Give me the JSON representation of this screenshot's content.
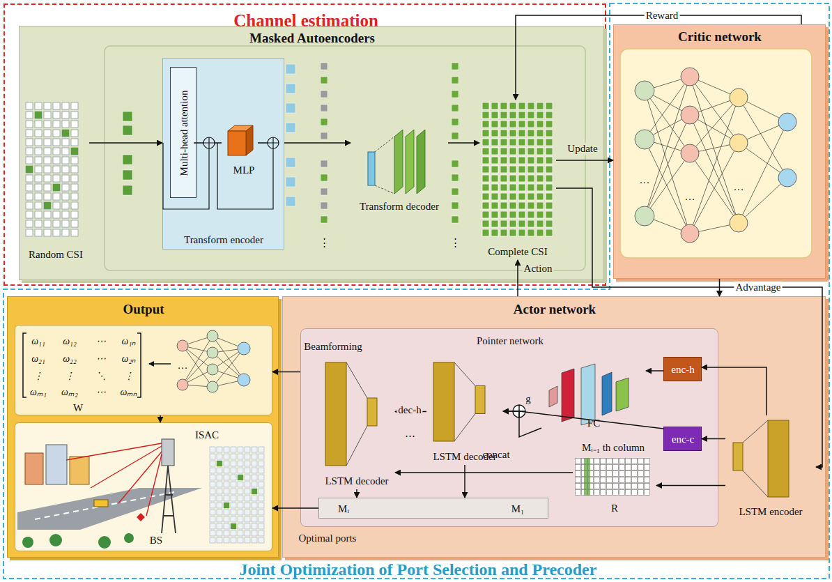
{
  "diagram": {
    "nodes": [
      {
        "text": [
          "Channel estimation"
        ]
      },
      {
        "text": [
          "Masked Autoencoders"
        ],
        "in": 0
      },
      {
        "text": [
          "Random CSI"
        ],
        "in": 1
      },
      {
        "text": [
          "Transform encoder"
        ],
        "in": 1
      },
      {
        "text": [
          "Multi-head attention"
        ],
        "in": 3
      },
      {
        "text": [
          "MLP"
        ],
        "in": 3
      },
      {
        "text": [
          "Transform decoder"
        ],
        "in": 1
      },
      {
        "text": [
          "Complete CSI"
        ],
        "in": 1
      },
      {
        "text": [
          "Joint Optimization of Port Selection and Precoder"
        ]
      },
      {
        "text": [
          "Critic network"
        ],
        "in": 8
      },
      {
        "text": [
          "Actor network"
        ],
        "in": 8
      },
      {
        "text": [
          "Pointer network"
        ],
        "in": 10
      },
      {
        "text": [
          "enc-h"
        ],
        "in": 11
      },
      {
        "text": [
          "enc-c"
        ],
        "in": 11
      },
      {
        "text": [
          "FC"
        ],
        "in": 11
      },
      {
        "text": [
          "LSTM decoder"
        ],
        "in": 11
      },
      {
        "text": [
          "LSTM decoder"
        ],
        "in": 11
      },
      {
        "text": [
          "R"
        ],
        "in": 11
      },
      {
        "text": [
          "Mᵢ",
          "M₁"
        ],
        "in": 11
      },
      {
        "text": [
          "LSTM encoder"
        ],
        "in": 10
      },
      {
        "text": [
          "Output"
        ],
        "in": 8
      },
      {
        "text": [
          "W"
        ],
        "in": 20
      },
      {
        "text": [
          "ISAC",
          "BS"
        ],
        "in": 20
      }
    ],
    "edges": [
      {
        "from": 2,
        "to": 3,
        "arrow": "to"
      },
      {
        "from": 3,
        "to": 6,
        "arrow": "to"
      },
      {
        "from": 6,
        "to": 7,
        "arrow": "to"
      },
      {
        "from": 7,
        "to": 9,
        "arrow": "to",
        "label": "Update"
      },
      {
        "from": 9,
        "to": 7,
        "arrow": "to",
        "label": "Reward"
      },
      {
        "from": 9,
        "to": 10,
        "arrow": "to",
        "label": "Advantage"
      },
      {
        "from": 7,
        "to": 19,
        "arrow": "to"
      },
      {
        "from": 10,
        "to": 7,
        "arrow": "to",
        "label": "Action"
      },
      {
        "from": 19,
        "to": 12,
        "arrow": "to"
      },
      {
        "from": 19,
        "to": 13,
        "arrow": "to"
      },
      {
        "from": 12,
        "to": 14,
        "arrow": "to"
      },
      {
        "from": 14,
        "to": 15,
        "arrow": "to"
      },
      {
        "from": 13,
        "to": 15,
        "arrow": "to"
      },
      {
        "from": 15,
        "to": 16,
        "arrow": "to",
        "label": "dec-h"
      },
      {
        "from": 19,
        "to": 17,
        "arrow": "to"
      },
      {
        "from": 17,
        "to": 16,
        "arrow": "to"
      },
      {
        "from": 16,
        "to": 18,
        "arrow": "to"
      },
      {
        "from": 15,
        "to": 18,
        "arrow": "to"
      },
      {
        "from": 18,
        "to": 22,
        "arrow": "to",
        "label": "Optimal ports"
      },
      {
        "from": 11,
        "to": 21,
        "arrow": "to",
        "label": "Beamforming"
      },
      {
        "from": 21,
        "to": 22,
        "arrow": "to"
      }
    ],
    "labels": [
      "g",
      "concat",
      "Mᵢ₋₁ th column",
      "⋯",
      "⋮",
      "⋮",
      "…",
      "…",
      "…",
      "ω₁₁",
      "ω₁₂",
      "⋯",
      "ω₁ₙ",
      "ω₂₁",
      "ω₂₂",
      "⋯",
      "ω₂ₙ",
      "⋮",
      "⋮",
      "⋱",
      "⋮",
      "ωₘ₁",
      "ωₘ₂",
      "⋯",
      "ωₘₙ",
      "…"
    ]
  }
}
